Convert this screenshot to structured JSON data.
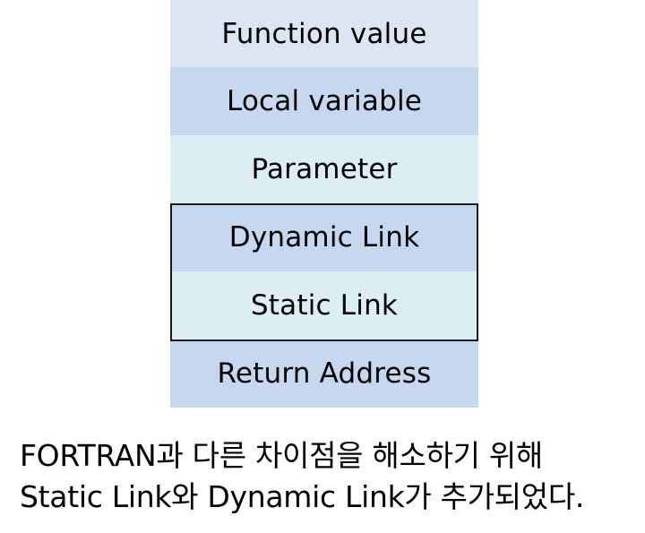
{
  "diagram": {
    "cells": [
      {
        "label": "Function value",
        "color": "#dce6f2"
      },
      {
        "label": "Local variable",
        "color": "#c6d7f0"
      },
      {
        "label": "Parameter",
        "color": "#dbeef4"
      },
      {
        "label": "Dynamic Link",
        "color": "#c6d7f0"
      },
      {
        "label": "Static Link",
        "color": "#dbeef4"
      },
      {
        "label": "Return Address",
        "color": "#c6d7f0"
      }
    ],
    "highlight_border_color": "#1a1a1a"
  },
  "caption": {
    "line1": "FORTRAN과 다른 차이점을 해소하기 위해",
    "line2": "Static Link와 Dynamic Link가 추가되었다."
  }
}
